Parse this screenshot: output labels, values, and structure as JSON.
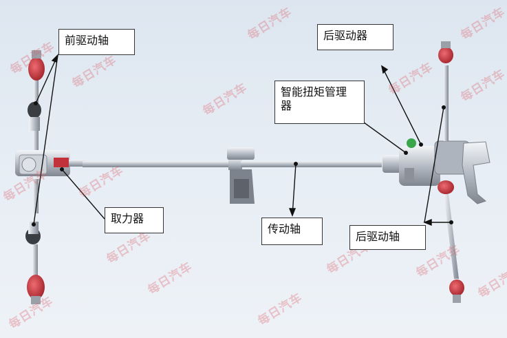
{
  "labels": {
    "front_axle": "前驱动轴",
    "rear_drive_unit": "后驱动器",
    "torque_manager": "智能扭矩管理\n器",
    "pto": "取力器",
    "driveshaft": "传动轴",
    "rear_axle": "后驱动轴"
  },
  "watermark_text": "每日汽车",
  "colors": {
    "boot_red": "#c2323a",
    "shaft_metal": "#b9bec6",
    "accent_green": "#3aa84a",
    "line": "#111111"
  }
}
